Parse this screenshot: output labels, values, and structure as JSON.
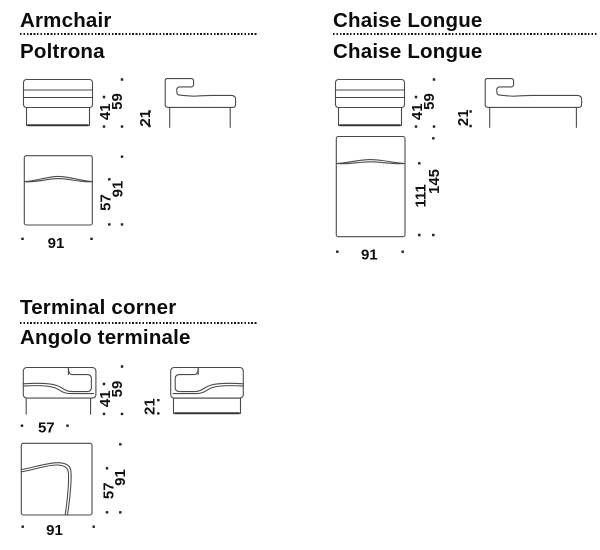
{
  "sections": [
    {
      "title_en": "Armchair",
      "title_it": "Poltrona",
      "dims": {
        "seat_height": "41",
        "total_height": "59",
        "leg_height": "21",
        "seat_depth": "57",
        "total_depth": "91",
        "width": "91"
      }
    },
    {
      "title_en": "Chaise Longue",
      "title_it": "Chaise Longue",
      "dims": {
        "seat_height": "41",
        "total_height": "59",
        "leg_height": "21",
        "seat_depth": "111",
        "total_depth": "145",
        "width": "91"
      }
    },
    {
      "title_en": "Terminal corner",
      "title_it": "Angolo terminale",
      "dims": {
        "seat_height": "41",
        "total_height": "59",
        "leg_height": "21",
        "seat_width": "57",
        "seat_depth": "57",
        "total_depth": "91",
        "width": "91"
      }
    }
  ],
  "colors": {
    "line": "#4b4b4b",
    "text": "#101010",
    "tick": "#1d1d1d"
  }
}
